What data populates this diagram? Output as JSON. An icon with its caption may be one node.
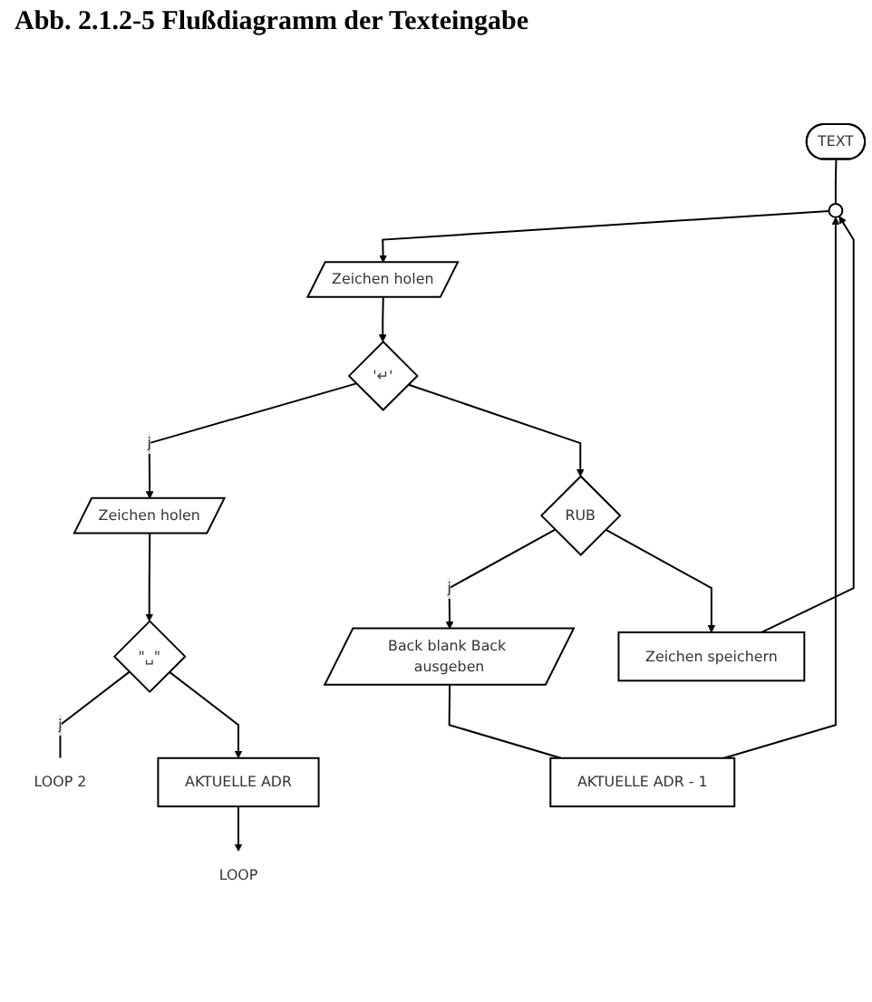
{
  "diagram": {
    "caption": "Abb. 2.1.2-5 Flußdiagramm der Texteingabe",
    "nodes": [
      {
        "text": [
          "TEXT"
        ]
      },
      {
        "text": [],
        "shape": "circle"
      },
      {
        "text": [
          "Zeichen holen"
        ]
      },
      {
        "text": [
          "'↵'"
        ]
      },
      {
        "text": [
          "RUB"
        ]
      },
      {
        "text": [
          "Zeichen speichern"
        ]
      },
      {
        "text": [
          "Back blank Back ausgeben"
        ]
      },
      {
        "text": [
          "AKTUELLE ADR - 1"
        ]
      },
      {
        "text": [
          "Zeichen holen"
        ]
      },
      {
        "text": [
          "\"␣\""
        ]
      },
      {
        "text": [
          "LOOP 2"
        ]
      },
      {
        "text": [
          "AKTUELLE ADR"
        ]
      },
      {
        "text": [
          "LOOP"
        ]
      }
    ],
    "edges": [
      {
        "from": 0,
        "to": 1,
        "arrow": "none"
      },
      {
        "from": 1,
        "to": 2,
        "arrow": "to"
      },
      {
        "from": 2,
        "to": 3,
        "arrow": "to"
      },
      {
        "from": 3,
        "to": 8,
        "arrow": "to",
        "label": "j"
      },
      {
        "from": 3,
        "to": 4,
        "arrow": "to"
      },
      {
        "from": 4,
        "to": 6,
        "arrow": "to",
        "label": "j"
      },
      {
        "from": 4,
        "to": 5,
        "arrow": "to"
      },
      {
        "from": 5,
        "to": 1,
        "arrow": "to"
      },
      {
        "from": 6,
        "to": 7,
        "arrow": "none"
      },
      {
        "from": 7,
        "to": 1,
        "arrow": "to"
      },
      {
        "from": 8,
        "to": 9,
        "arrow": "to"
      },
      {
        "from": 9,
        "to": 10,
        "arrow": "none",
        "label": "j"
      },
      {
        "from": 9,
        "to": 11,
        "arrow": "to"
      },
      {
        "from": 11,
        "to": 12,
        "arrow": "to"
      }
    ]
  }
}
